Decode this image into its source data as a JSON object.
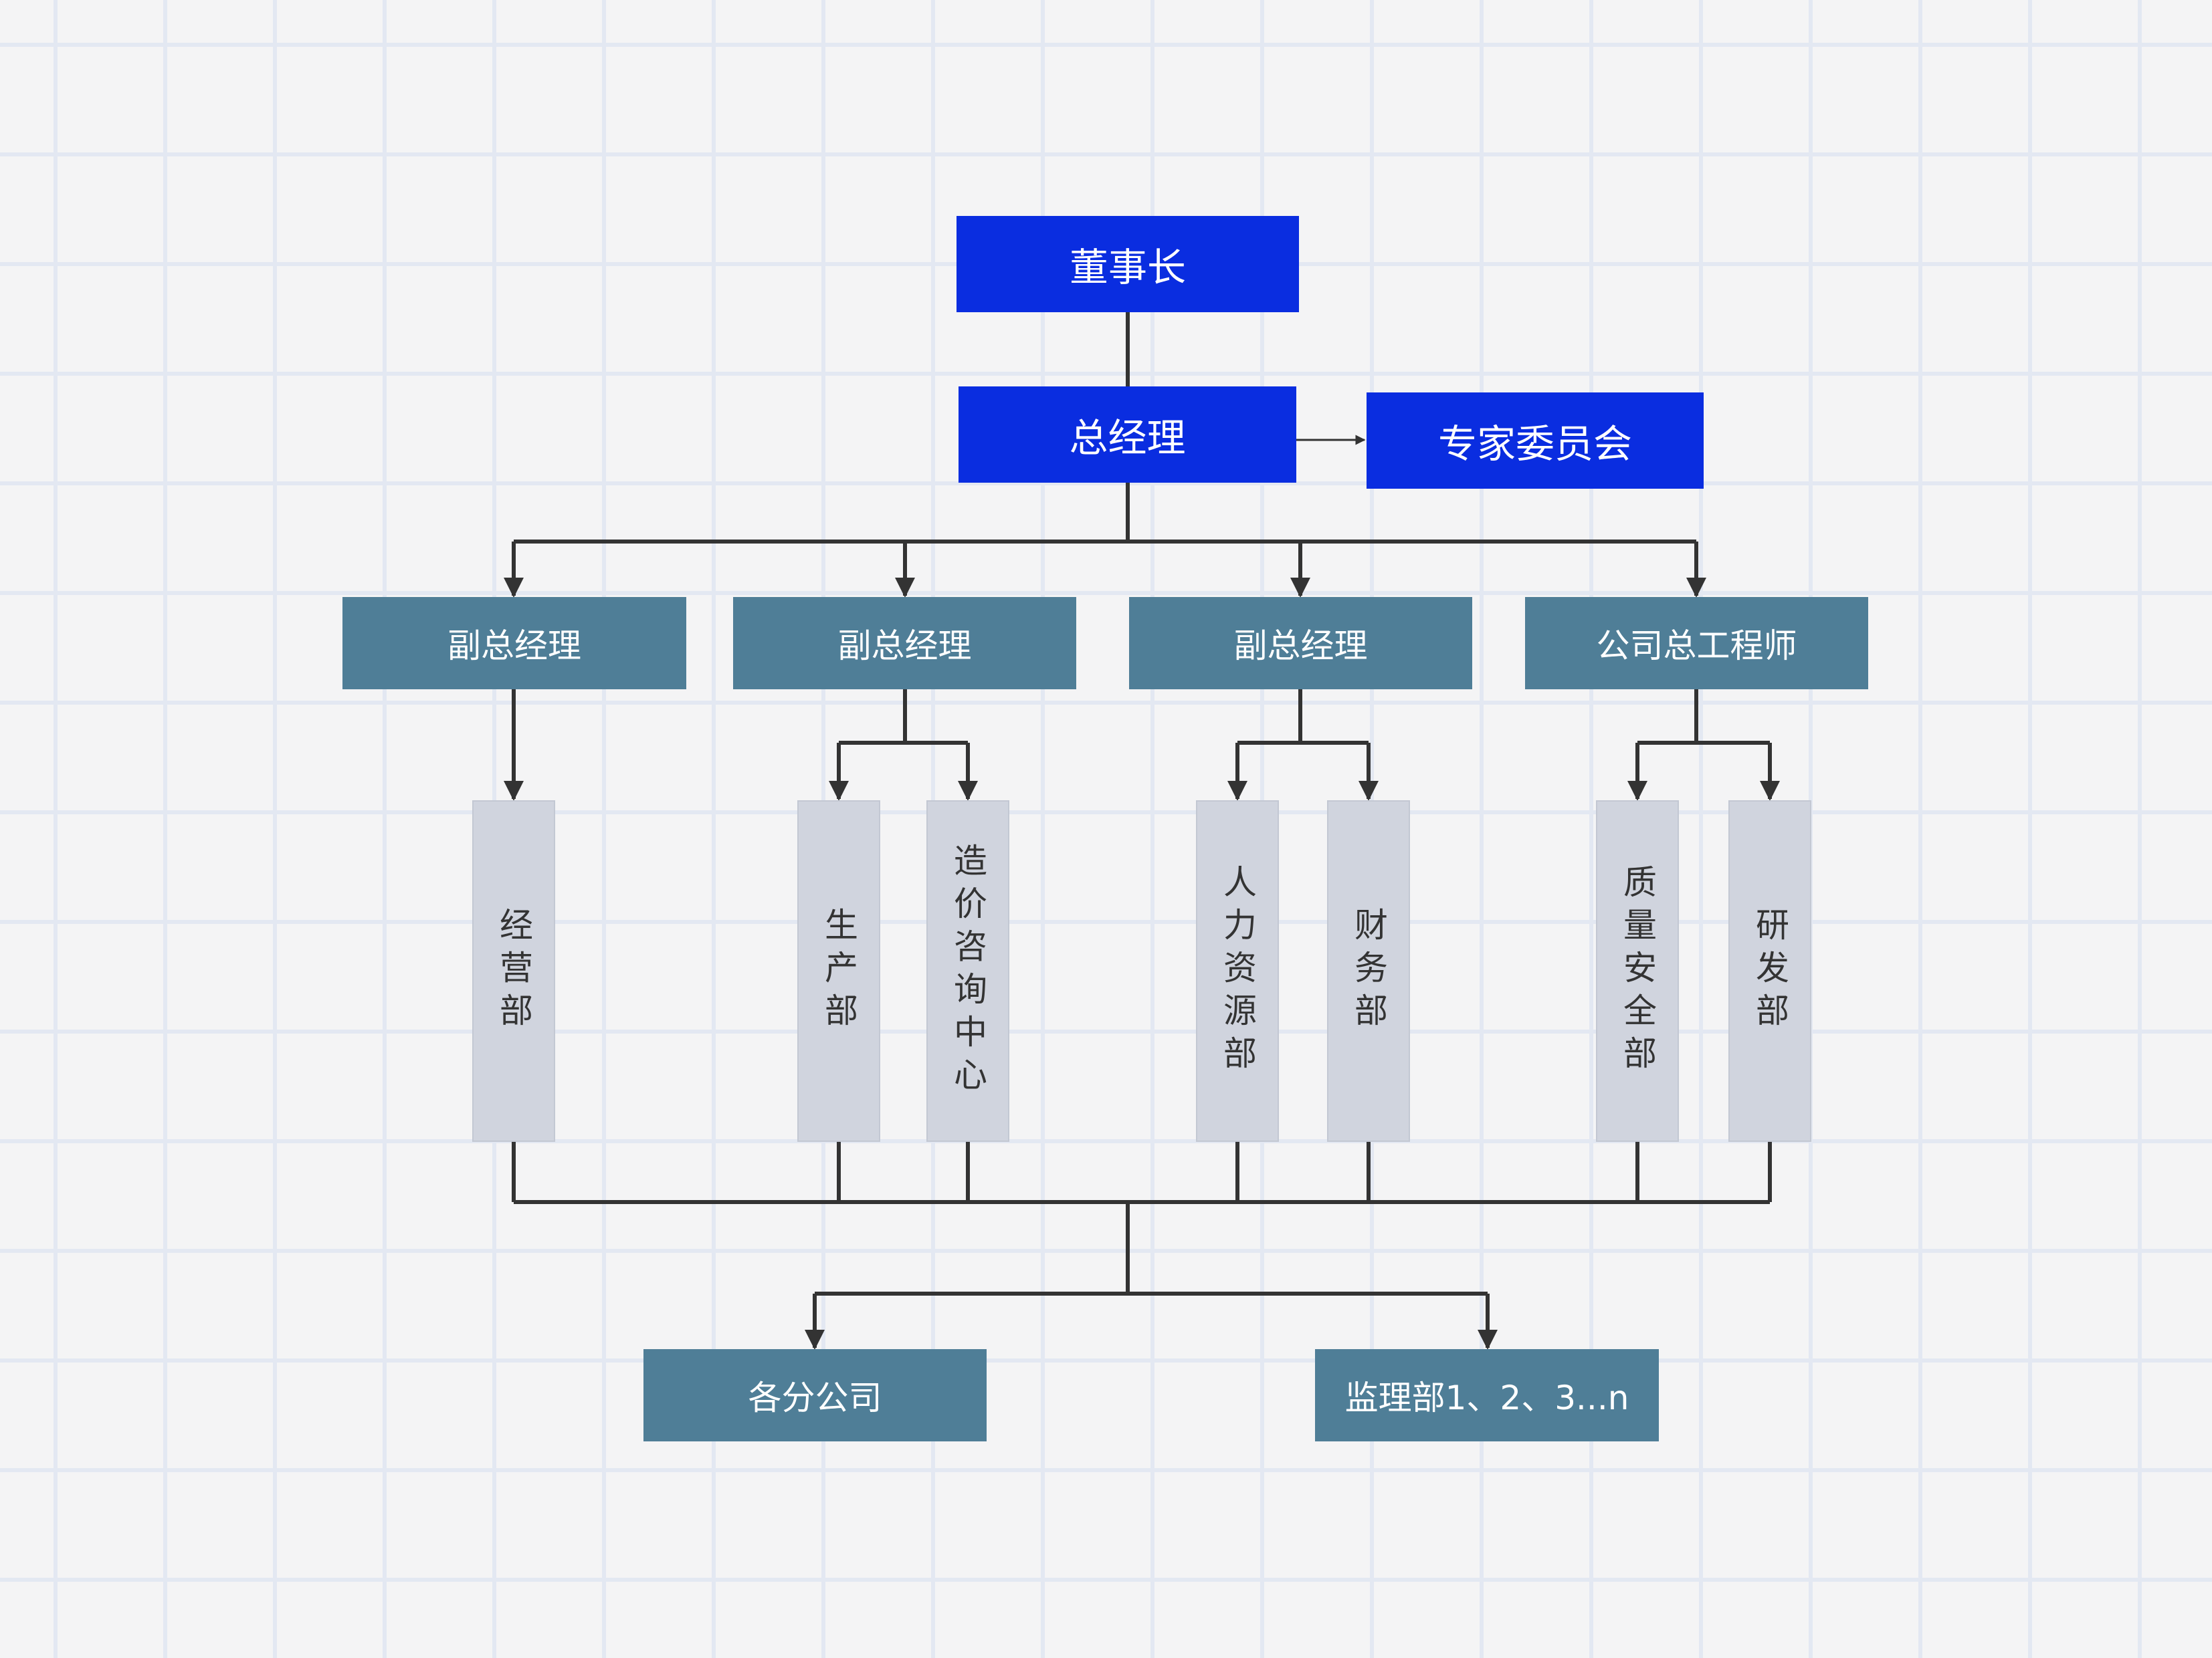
{
  "chart": {
    "top": {
      "chairman": "董事长",
      "general_manager": "总经理",
      "expert_committee": "专家委员会"
    },
    "managers": [
      "副总经理",
      "副总经理",
      "副总经理",
      "公司总工程师"
    ],
    "departments": [
      "经营部",
      "生产部",
      "造价咨询中心",
      "人力资源部",
      "财务部",
      "质量安全部",
      "研发部"
    ],
    "bottom": {
      "branches": "各分公司",
      "supervision": "监理部1、2、3...n"
    }
  },
  "colors": {
    "executive": "#0a2de0",
    "manager": "#4f7e97",
    "department": "#d0d4de",
    "connector": "#333333",
    "grid": "#e3e8f2",
    "background": "#f4f4f5"
  }
}
